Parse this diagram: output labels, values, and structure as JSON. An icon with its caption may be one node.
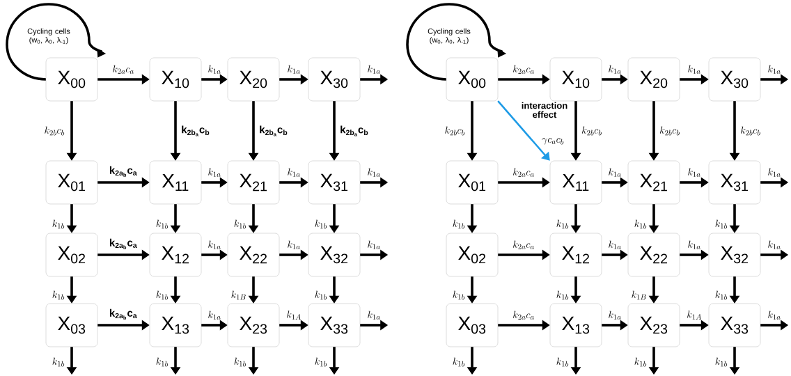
{
  "diagram": {
    "nodes": [
      {
        "text": [
          "X$_{00}$"
        ]
      },
      {
        "text": [
          "X$_{10}$"
        ]
      },
      {
        "text": [
          "X$_{20}$"
        ]
      },
      {
        "text": [
          "X$_{30}$"
        ]
      },
      {
        "text": [
          "X$_{01}$"
        ]
      },
      {
        "text": [
          "X$_{11}$"
        ]
      },
      {
        "text": [
          "X$_{21}$"
        ]
      },
      {
        "text": [
          "X$_{31}$"
        ]
      },
      {
        "text": [
          "X$_{02}$"
        ]
      },
      {
        "text": [
          "X$_{12}$"
        ]
      },
      {
        "text": [
          "X$_{22}$"
        ]
      },
      {
        "text": [
          "X$_{32}$"
        ]
      },
      {
        "text": [
          "X$_{03}$"
        ]
      },
      {
        "text": [
          "X$_{13}$"
        ]
      },
      {
        "text": [
          "X$_{23}$"
        ]
      },
      {
        "text": [
          "X$_{33}$"
        ]
      },
      {
        "text": [
          "X$_{00}$"
        ]
      },
      {
        "text": [
          "X$_{10}$"
        ]
      },
      {
        "text": [
          "X$_{20}$"
        ]
      },
      {
        "text": [
          "X$_{30}$"
        ]
      },
      {
        "text": [
          "X$_{01}$"
        ]
      },
      {
        "text": [
          "X$_{11}$"
        ]
      },
      {
        "text": [
          "X$_{21}$"
        ]
      },
      {
        "text": [
          "X$_{31}$"
        ]
      },
      {
        "text": [
          "X$_{02}$"
        ]
      },
      {
        "text": [
          "X$_{12}$"
        ]
      },
      {
        "text": [
          "X$_{22}$"
        ]
      },
      {
        "text": [
          "X$_{32}$"
        ]
      },
      {
        "text": [
          "X$_{03}$"
        ]
      },
      {
        "text": [
          "X$_{13}$"
        ]
      },
      {
        "text": [
          "X$_{23}$"
        ]
      },
      {
        "text": [
          "X$_{33}$"
        ]
      }
    ],
    "edges": [
      {
        "from": 0,
        "to": 0,
        "arrow": "to",
        "label": "Cycling cells (w$_{0}$, λ$_{0}$, λ$_{-1}$)"
      },
      {
        "from": 0,
        "to": 1,
        "arrow": "to",
        "label": "k_{2a}c_a"
      },
      {
        "from": 1,
        "to": 2,
        "arrow": "to",
        "label": "k_{1a}"
      },
      {
        "from": 2,
        "to": 3,
        "arrow": "to",
        "label": "k_{1a}"
      },
      {
        "from": 3,
        "to": null,
        "arrow": "to",
        "label": "k_{1a}"
      },
      {
        "from": 4,
        "to": 5,
        "arrow": "to",
        "label": "\\mathbf{k_{2a_b}c_a}"
      },
      {
        "from": 5,
        "to": 6,
        "arrow": "to",
        "label": "k_{1a}"
      },
      {
        "from": 6,
        "to": 7,
        "arrow": "to",
        "label": "k_{1a}"
      },
      {
        "from": 7,
        "to": null,
        "arrow": "to",
        "label": "k_{1a}"
      },
      {
        "from": 8,
        "to": 9,
        "arrow": "to",
        "label": "\\mathbf{k_{2a_b}c_a}"
      },
      {
        "from": 9,
        "to": 10,
        "arrow": "to",
        "label": "k_{1a}"
      },
      {
        "from": 10,
        "to": 11,
        "arrow": "to",
        "label": "k_{1a}"
      },
      {
        "from": 11,
        "to": null,
        "arrow": "to",
        "label": "k_{1a}"
      },
      {
        "from": 12,
        "to": 13,
        "arrow": "to",
        "label": "\\mathbf{k_{2a_b}c_a}"
      },
      {
        "from": 13,
        "to": 14,
        "arrow": "to",
        "label": "k_{1a}"
      },
      {
        "from": 14,
        "to": 15,
        "arrow": "to",
        "label": "k_{1A}"
      },
      {
        "from": 15,
        "to": null,
        "arrow": "to",
        "label": "k_{1a}"
      },
      {
        "from": 0,
        "to": 4,
        "arrow": "to",
        "label": "k_{2b}c_b"
      },
      {
        "from": 4,
        "to": 8,
        "arrow": "to",
        "label": "k_{1b}"
      },
      {
        "from": 8,
        "to": 12,
        "arrow": "to",
        "label": "k_{1b}"
      },
      {
        "from": 12,
        "to": null,
        "arrow": "to",
        "label": "k_{1b}"
      },
      {
        "from": 1,
        "to": 5,
        "arrow": "to",
        "label": "\\mathbf{k_{2b_a}c_b}"
      },
      {
        "from": 5,
        "to": 9,
        "arrow": "to",
        "label": "k_{1b}"
      },
      {
        "from": 9,
        "to": 13,
        "arrow": "to",
        "label": "k_{1b}"
      },
      {
        "from": 13,
        "to": null,
        "arrow": "to",
        "label": "k_{1b}"
      },
      {
        "from": 2,
        "to": 6,
        "arrow": "to",
        "label": "\\mathbf{k_{2b_a}c_b}"
      },
      {
        "from": 6,
        "to": 10,
        "arrow": "to",
        "label": "k_{1b}"
      },
      {
        "from": 10,
        "to": 14,
        "arrow": "to",
        "label": "k_{1B}"
      },
      {
        "from": 14,
        "to": null,
        "arrow": "to",
        "label": "k_{1b}"
      },
      {
        "from": 3,
        "to": 7,
        "arrow": "to",
        "label": "\\mathbf{k_{2b_a}c_b}"
      },
      {
        "from": 7,
        "to": 11,
        "arrow": "to",
        "label": "k_{1b}"
      },
      {
        "from": 11,
        "to": 15,
        "arrow": "to",
        "label": "k_{1b}"
      },
      {
        "from": 15,
        "to": null,
        "arrow": "to",
        "label": "k_{1b}"
      },
      {
        "from": 16,
        "to": 16,
        "arrow": "to",
        "label": "Cycling cells (w$_{0}$, λ$_{0}$, λ$_{-1}$)"
      },
      {
        "from": 16,
        "to": 17,
        "arrow": "to",
        "label": "k_{2a}c_a"
      },
      {
        "from": 17,
        "to": 18,
        "arrow": "to",
        "label": "k_{1a}"
      },
      {
        "from": 18,
        "to": 19,
        "arrow": "to",
        "label": "k_{1a}"
      },
      {
        "from": 19,
        "to": null,
        "arrow": "to",
        "label": "k_{1a}"
      },
      {
        "from": 20,
        "to": 21,
        "arrow": "to",
        "label": "k_{2a}c_a"
      },
      {
        "from": 21,
        "to": 22,
        "arrow": "to",
        "label": "k_{1a}"
      },
      {
        "from": 22,
        "to": 23,
        "arrow": "to",
        "label": "k_{1a}"
      },
      {
        "from": 23,
        "to": null,
        "arrow": "to",
        "label": "k_{1a}"
      },
      {
        "from": 24,
        "to": 25,
        "arrow": "to",
        "label": "k_{2a}c_a"
      },
      {
        "from": 25,
        "to": 26,
        "arrow": "to",
        "label": "k_{1a}"
      },
      {
        "from": 26,
        "to": 27,
        "arrow": "to",
        "label": "k_{1a}"
      },
      {
        "from": 27,
        "to": null,
        "arrow": "to",
        "label": "k_{1a}"
      },
      {
        "from": 28,
        "to": 29,
        "arrow": "to",
        "label": "k_{2a}c_a"
      },
      {
        "from": 29,
        "to": 30,
        "arrow": "to",
        "label": "k_{1a}"
      },
      {
        "from": 30,
        "to": 31,
        "arrow": "to",
        "label": "k_{1A}"
      },
      {
        "from": 31,
        "to": null,
        "arrow": "to",
        "label": "k_{1a}"
      },
      {
        "from": 16,
        "to": 20,
        "arrow": "to",
        "label": "k_{2b}c_b"
      },
      {
        "from": 20,
        "to": 24,
        "arrow": "to",
        "label": "k_{1b}"
      },
      {
        "from": 24,
        "to": 28,
        "arrow": "to",
        "label": "k_{1b}"
      },
      {
        "from": 28,
        "to": null,
        "arrow": "to",
        "label": "k_{1b}"
      },
      {
        "from": 17,
        "to": 21,
        "arrow": "to",
        "label": "k_{2b}c_b"
      },
      {
        "from": 21,
        "to": 25,
        "arrow": "to",
        "label": "k_{1b}"
      },
      {
        "from": 25,
        "to": 29,
        "arrow": "to",
        "label": "k_{1b}"
      },
      {
        "from": 29,
        "to": null,
        "arrow": "to",
        "label": "k_{1b}"
      },
      {
        "from": 18,
        "to": 22,
        "arrow": "to",
        "label": "k_{2b}c_b"
      },
      {
        "from": 22,
        "to": 26,
        "arrow": "to",
        "label": "k_{1b}"
      },
      {
        "from": 26,
        "to": 30,
        "arrow": "to",
        "label": "k_{1B}"
      },
      {
        "from": 30,
        "to": null,
        "arrow": "to",
        "label": "k_{1b}"
      },
      {
        "from": 19,
        "to": 23,
        "arrow": "to",
        "label": "k_{2b}c_b"
      },
      {
        "from": 23,
        "to": 27,
        "arrow": "to",
        "label": "k_{1b}"
      },
      {
        "from": 27,
        "to": 31,
        "arrow": "to",
        "label": "k_{1b}"
      },
      {
        "from": 31,
        "to": null,
        "arrow": "to",
        "label": "k_{1b}"
      },
      {
        "from": 16,
        "to": 21,
        "arrow": "to",
        "label": "\\gamma c_a c_b",
        "color": "#1e9be6"
      }
    ],
    "labels": [
      "interaction effect"
    ]
  }
}
